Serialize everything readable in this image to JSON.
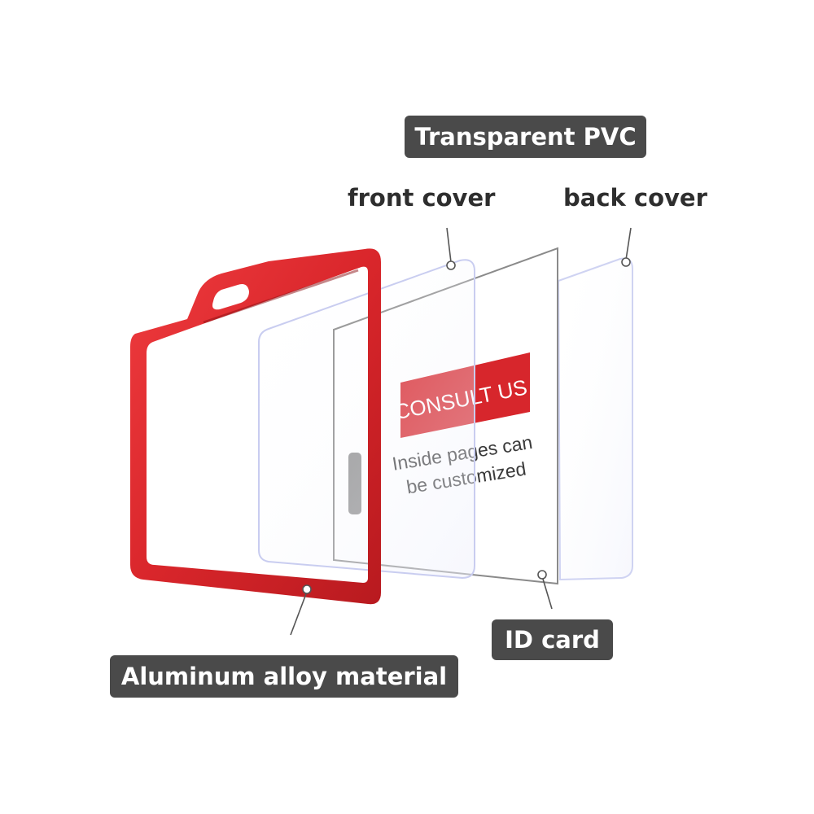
{
  "labels": {
    "transparent_pvc": "Transparent PVC",
    "front_cover": "front cover",
    "back_cover": "back cover",
    "id_card": "ID card",
    "aluminum": "Aluminum alloy material"
  },
  "card": {
    "consult": "CONSULT US",
    "line1": "Inside pages can",
    "line2": "be customized"
  },
  "colors": {
    "frame_red": "#d9262b",
    "badge_bg": "#4a4a4a",
    "consult_red": "#d7262c",
    "cover_edge": "#c9cdf0",
    "card_edge": "#8a8a8a"
  }
}
